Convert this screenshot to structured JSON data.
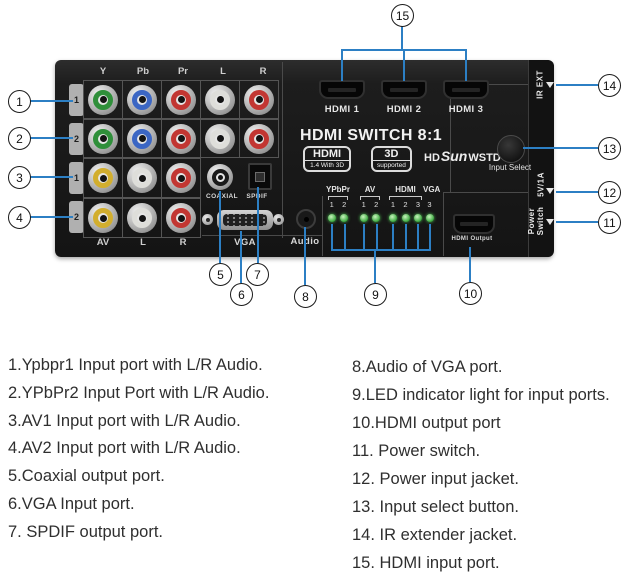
{
  "device": {
    "title": "HDMI SWITCH 8:1",
    "badges": [
      {
        "top": "HDMI",
        "bottom": "1.4 With 3D"
      },
      {
        "top": "3D",
        "bottom": "supported"
      }
    ],
    "brand": {
      "prefix": "HD",
      "script": "Sun",
      "suffix": "WSTD"
    },
    "input_select_label": "Input Select",
    "hdmi_inputs": [
      "HDMI 1",
      "HDMI 2",
      "HDMI 3"
    ],
    "hdmi_output_label": "HDMI Output",
    "col_headers": [
      "Y",
      "Pb",
      "Pr",
      "L",
      "R"
    ],
    "row_tabs": [
      "1",
      "2",
      "1",
      "2"
    ],
    "rca_row1": [
      "green",
      "blue",
      "red",
      "white",
      "red"
    ],
    "rca_row2": [
      "green",
      "blue",
      "red",
      "white",
      "red"
    ],
    "rca_row3": [
      "yellow",
      "white",
      "red"
    ],
    "rca_row4": [
      "yellow",
      "white",
      "red"
    ],
    "coaxial_label": "COAXIAL",
    "spdif_label": "SPDIF",
    "bottom_labels": [
      "AV",
      "L",
      "R"
    ],
    "vga_label": "VGA",
    "audio_label": "Audio",
    "led_groups": [
      {
        "label": "YPbPr",
        "nums": [
          "1",
          "2"
        ]
      },
      {
        "label": "AV",
        "nums": [
          "1",
          "2"
        ]
      },
      {
        "label": "HDMI",
        "nums": [
          "1",
          "2",
          "3"
        ]
      },
      {
        "label": "VGA",
        "nums": [
          "3"
        ]
      }
    ],
    "side_labels": {
      "ir_ext": "IR EXT",
      "power_in": "5V/1A",
      "power_switch_1": "Power",
      "power_switch_2": "Switch"
    }
  },
  "callouts": {
    "c1": "1",
    "c2": "2",
    "c3": "3",
    "c4": "4",
    "c5": "5",
    "c6": "6",
    "c7": "7",
    "c8": "8",
    "c9": "9",
    "c10": "10",
    "c11": "11",
    "c12": "12",
    "c13": "13",
    "c14": "14",
    "c15": "15"
  },
  "legend": {
    "left": [
      "1.Ypbpr1 Input port with L/R Audio.",
      "2.YPbPr2 Input Port with L/R Audio.",
      "3.AV1 Input port with L/R Audio.",
      "4.AV2 Input port with L/R Audio.",
      "5.Coaxial output port.",
      "6.VGA Input port.",
      "7. SPDIF output port."
    ],
    "right": [
      "8.Audio of VGA port.",
      "9.LED indicator light for input ports.",
      "10.HDMI output port",
      "11. Power switch.",
      "12. Power input jacket.",
      "13. Input select button.",
      "14. IR extender jacket.",
      "15. HDMI input port."
    ]
  },
  "colors": {
    "callout_line": "#2c7fc4",
    "led_green": "#3aa83e",
    "device_body": "#1b1b1b",
    "rca_green": "#2f8f3a",
    "rca_blue": "#3b66c4",
    "rca_red": "#c23632",
    "rca_white": "#dededa",
    "rca_yellow": "#d2ae2e"
  }
}
